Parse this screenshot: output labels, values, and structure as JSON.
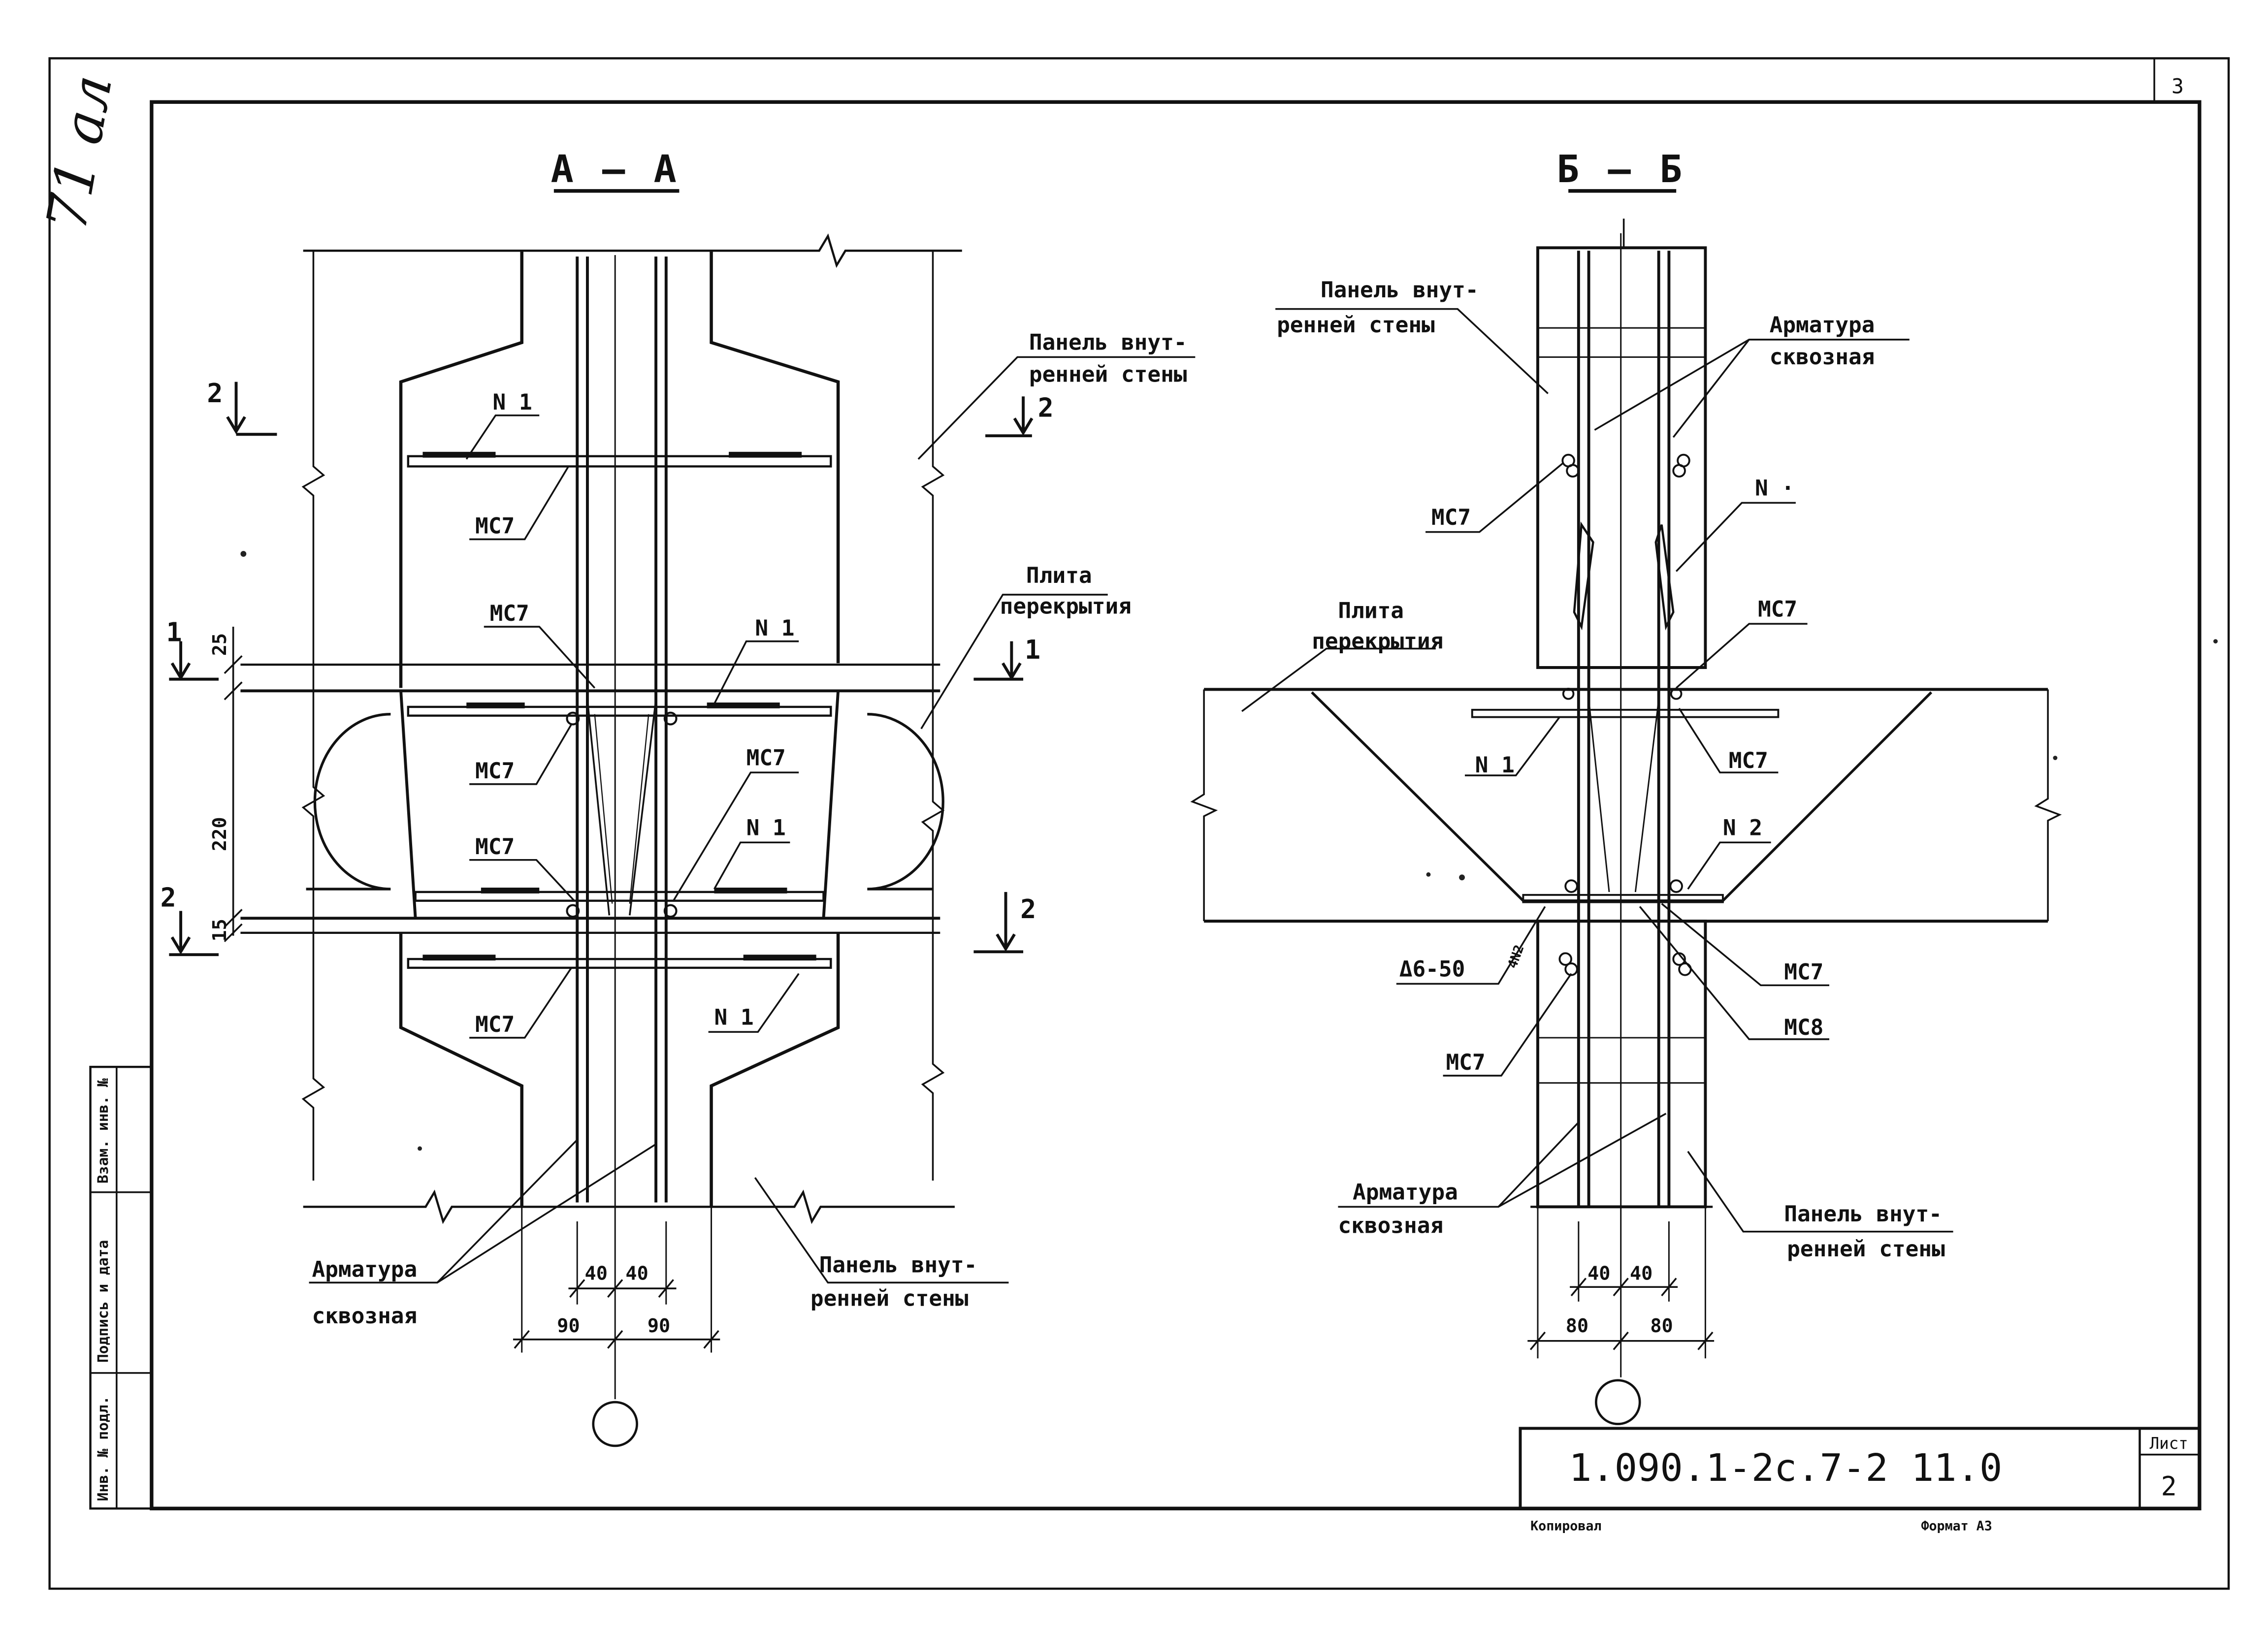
{
  "sheet": {
    "handwritten": "71 ал",
    "corner_number": "3",
    "stamp_columns": [
      "Инв. № подл.",
      "Подпись и дата",
      "Взам. инв. №"
    ],
    "document_code": "1.090.1-2с.7-2  11.0",
    "sheet_label": "Лист",
    "sheet_number": "2",
    "footer_left": "Копировал",
    "footer_right": "Формат А3"
  },
  "section_aa": {
    "title": "А – А",
    "mark_2": "2",
    "mark_1": "1",
    "labels": {
      "panel_top_line1": "Панель внут-",
      "panel_top_line2": "ренней стены",
      "slab_line1": "Плита",
      "slab_line2": "перекрытия",
      "rebar_line1": "Арматура",
      "rebar_line2": "сквозная",
      "panel_bottom_line1": "Панель внут-",
      "panel_bottom_line2": "ренней стены",
      "n1": "N 1",
      "mc7": "МС7"
    },
    "dims": {
      "d25": "25",
      "d220": "220",
      "d15": "15",
      "d40": "40",
      "d90": "90"
    }
  },
  "section_bb": {
    "title": "Б – Б",
    "labels": {
      "panel_top_line1": "Панель внут-",
      "panel_top_line2": "ренней стены",
      "rebar_top_line1": "Арматура",
      "rebar_top_line2": "сквозная",
      "slab_line1": "Плита",
      "slab_line2": "перекрытия",
      "rebar_bottom_line1": "Арматура",
      "rebar_bottom_line2": "сквозная",
      "panel_bottom_line1": "Панель внут-",
      "panel_bottom_line2": "ренней стены",
      "n1": "N 1",
      "n1_partial": "N ·",
      "n2": "N 2",
      "mc7": "МС7",
      "mc8": "МС8",
      "weld": "Δ6-50",
      "weld_tag": "4N2"
    },
    "dims": {
      "d40": "40",
      "d80": "80"
    }
  }
}
